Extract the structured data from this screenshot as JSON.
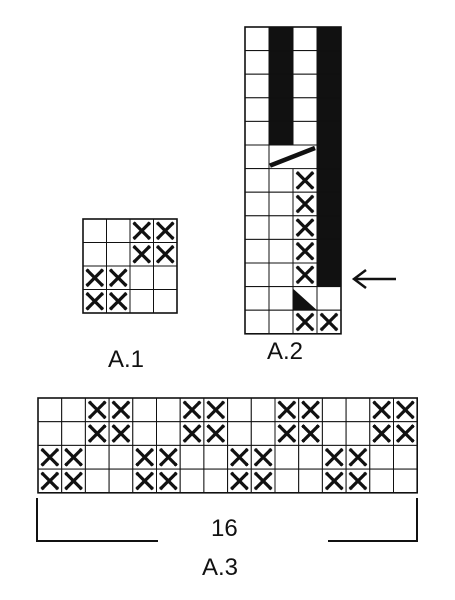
{
  "charts": [
    {
      "id": "a1",
      "label": "A.1",
      "rows": [
        [
          "",
          "",
          "x",
          "x"
        ],
        [
          "",
          "",
          "x",
          "x"
        ],
        [
          "x",
          "x",
          "",
          ""
        ],
        [
          "x",
          "x",
          "",
          ""
        ]
      ]
    },
    {
      "id": "a2",
      "label": "A.2",
      "rows": [
        [
          "",
          "b",
          "",
          "b"
        ],
        [
          "",
          "b",
          "",
          "b"
        ],
        [
          "",
          "b",
          "",
          "b"
        ],
        [
          "",
          "b",
          "",
          "b"
        ],
        [
          "",
          "b",
          "",
          "b"
        ],
        [
          "",
          "s",
          "s",
          "b"
        ],
        [
          "",
          "",
          "x",
          "b"
        ],
        [
          "",
          "",
          "x",
          "b"
        ],
        [
          "",
          "",
          "x",
          "b"
        ],
        [
          "",
          "",
          "x",
          "b"
        ],
        [
          "",
          "",
          "x",
          "b"
        ],
        [
          "",
          "",
          "t",
          ""
        ],
        [
          "",
          "",
          "x",
          "x"
        ]
      ],
      "arrow": "left-arrow"
    },
    {
      "id": "a3",
      "label": "A.3",
      "count": "16",
      "rows": [
        [
          "",
          "",
          "x",
          "x",
          "",
          "",
          "x",
          "x",
          "",
          "",
          "x",
          "x",
          "",
          "",
          "x",
          "x"
        ],
        [
          "",
          "",
          "x",
          "x",
          "",
          "",
          "x",
          "x",
          "",
          "",
          "x",
          "x",
          "",
          "",
          "x",
          "x"
        ],
        [
          "x",
          "x",
          "",
          "",
          "x",
          "x",
          "",
          "",
          "x",
          "x",
          "",
          "",
          "x",
          "x",
          "",
          ""
        ],
        [
          "x",
          "x",
          "",
          "",
          "x",
          "x",
          "",
          "",
          "x",
          "x",
          "",
          "",
          "x",
          "x",
          "",
          ""
        ]
      ]
    }
  ],
  "legend": {
    "x": "cross-symbol",
    "b": "black-cell",
    "s": "slanted-bar-symbol",
    "t": "black-triangle-symbol"
  },
  "colors": {
    "ink": "#111111",
    "paper": "#ffffff"
  }
}
